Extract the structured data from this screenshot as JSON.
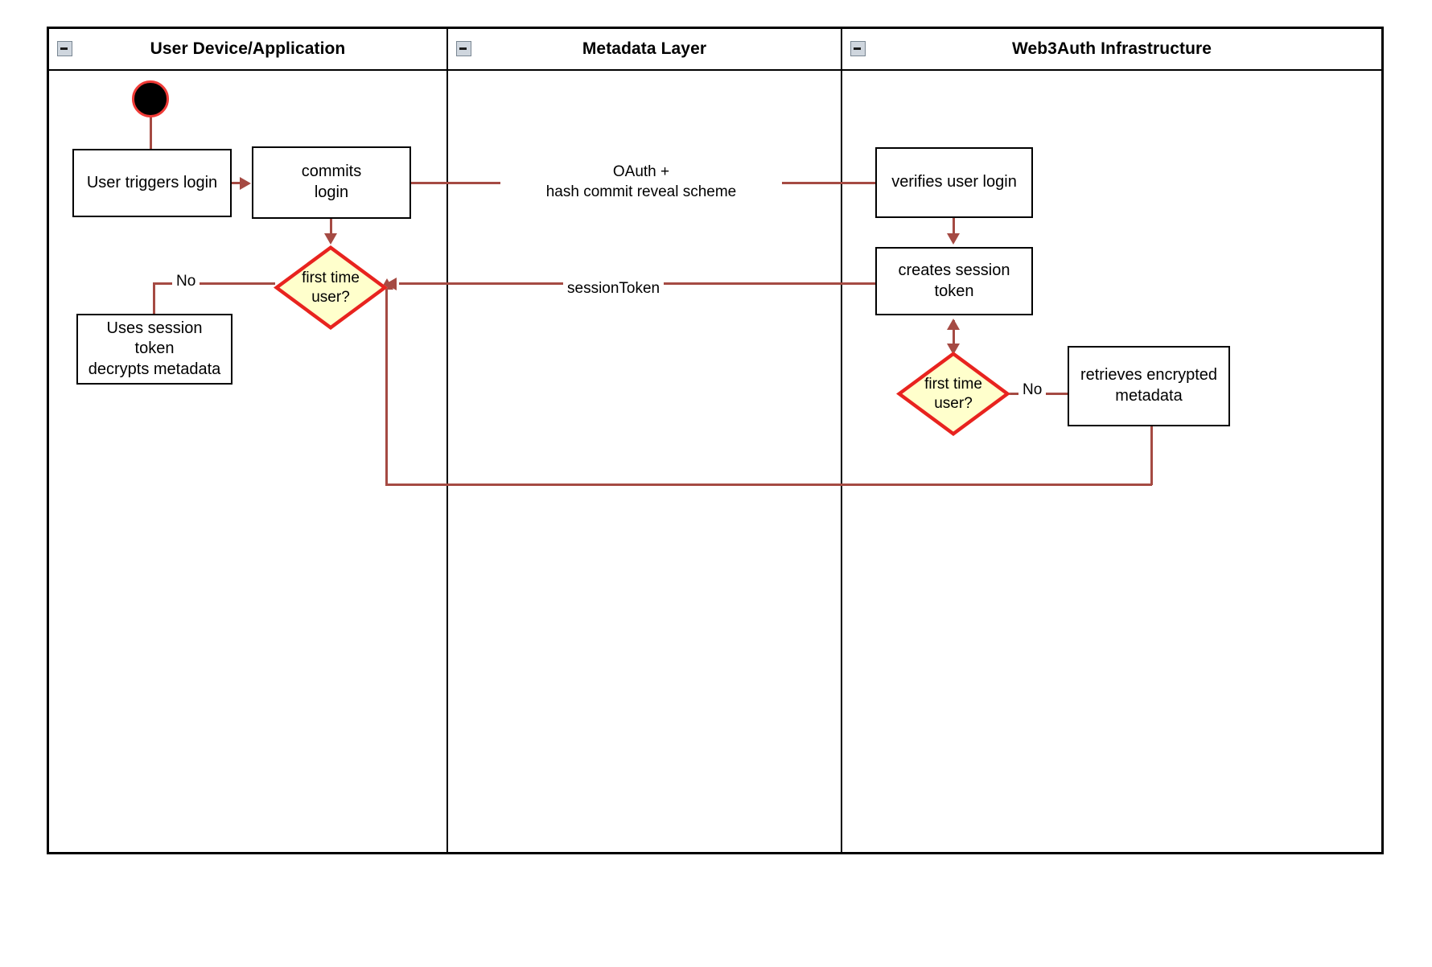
{
  "diagram": {
    "title": "Web3Auth login activity diagram",
    "colors": {
      "connector": "#a54a43",
      "decision_fill": "#ffffcc",
      "decision_border": "#e8231f",
      "node_border": "#000000",
      "start_fill": "#000000",
      "start_border": "#ef3b37",
      "lane_border": "#000000",
      "collapse_icon_fill": "#cfd6de"
    }
  },
  "lanes": [
    {
      "id": "user-device",
      "label": "User Device/Application",
      "collapse_icon": "minus-icon"
    },
    {
      "id": "metadata-layer",
      "label": "Metadata Layer",
      "collapse_icon": "minus-icon"
    },
    {
      "id": "web3auth",
      "label": "Web3Auth Infrastructure",
      "collapse_icon": "minus-icon"
    }
  ],
  "nodes": {
    "start": {
      "type": "initial-node",
      "label": ""
    },
    "user_triggers_login": {
      "type": "activity",
      "label": "User triggers login"
    },
    "commits_login": {
      "type": "activity",
      "label": "commits\nlogin"
    },
    "first_time_user_left": {
      "type": "decision",
      "label": "first time\nuser?"
    },
    "uses_session_token": {
      "type": "activity",
      "label": "Uses session\ntoken\ndecrypts metadata"
    },
    "verifies_user_login": {
      "type": "activity",
      "label": "verifies user login"
    },
    "creates_session_token": {
      "type": "activity",
      "label": "creates session\ntoken"
    },
    "first_time_user_right": {
      "type": "decision",
      "label": "first time\nuser?"
    },
    "retrieves_encrypted_metadata": {
      "type": "activity",
      "label": "retrieves encrypted\nmetadata"
    }
  },
  "edge_labels": {
    "oauth": "OAuth +\nhash commit reveal scheme",
    "session_token": "sessionToken",
    "no_left": "No",
    "no_right": "No"
  }
}
